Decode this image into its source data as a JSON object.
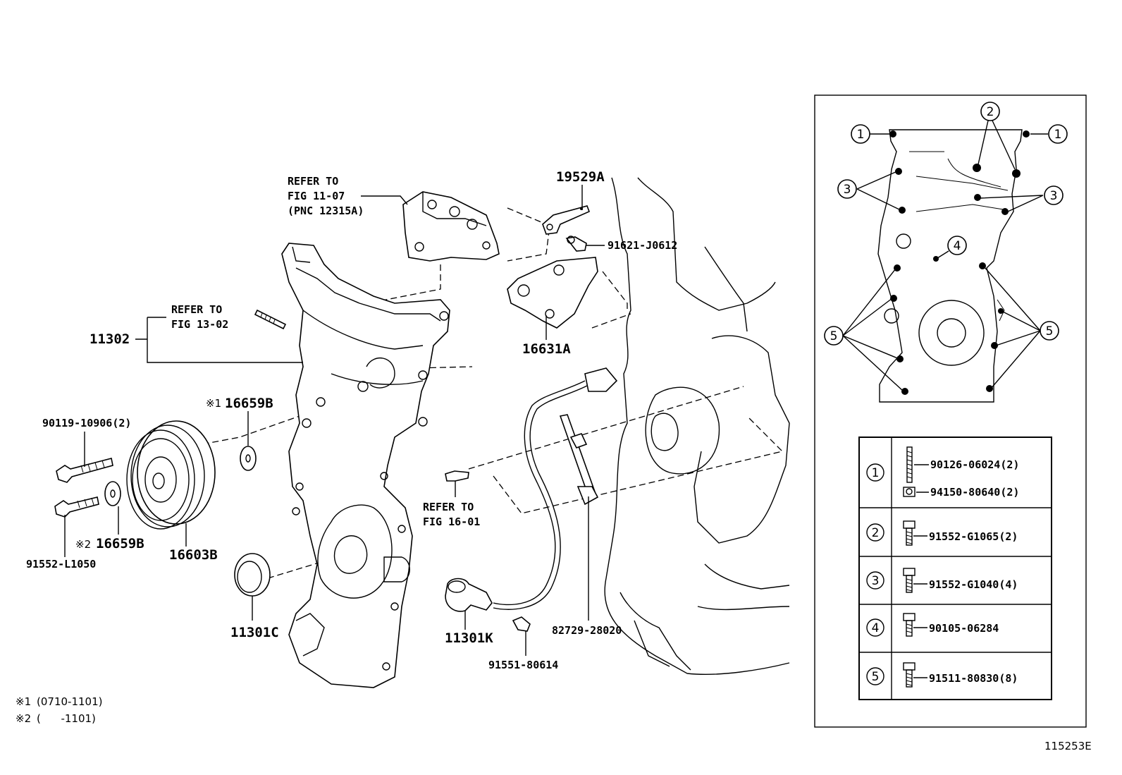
{
  "diagram": {
    "figure_code": "115253E",
    "notes": [
      {
        "mark": "※1",
        "range": "(0710-1101)"
      },
      {
        "mark": "※2",
        "range": "(      -1101)"
      }
    ],
    "refer_labels": {
      "fig_11_07": [
        "REFER TO",
        "FIG 11-07",
        "(PNC 12315A)"
      ],
      "fig_13_02": [
        "REFER TO",
        "FIG 13-02"
      ],
      "fig_16_01": [
        "REFER TO",
        "FIG 16-01"
      ]
    },
    "parts": {
      "p19529A": "19529A",
      "p91621": "91621-J0612",
      "p16631A": "16631A",
      "p11302": "11302",
      "p16659B_1": "16659B",
      "p16659B_1_mark": "※1",
      "p90119": "90119-10906(2)",
      "p16659B_2": "16659B",
      "p16659B_2_mark": "※2",
      "p16603B": "16603B",
      "p91552L": "91552-L1050",
      "p11301C": "11301C",
      "p11301K": "11301K",
      "p91551": "91551-80614",
      "p82729": "82729-28020"
    },
    "inset_callouts": [
      "1",
      "2",
      "3",
      "4",
      "5"
    ],
    "legend": [
      {
        "index": "1",
        "parts": [
          "90126-06024(2)",
          "94150-80640(2)"
        ]
      },
      {
        "index": "2",
        "parts": [
          "91552-G1065(2)"
        ]
      },
      {
        "index": "3",
        "parts": [
          "91552-G1040(4)"
        ]
      },
      {
        "index": "4",
        "parts": [
          "90105-06284"
        ]
      },
      {
        "index": "5",
        "parts": [
          "91511-80830(8)"
        ]
      }
    ]
  }
}
